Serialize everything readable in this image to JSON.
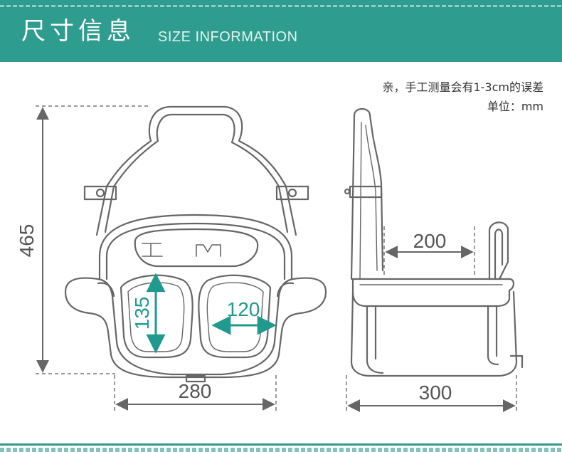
{
  "header": {
    "title_cn": "尺寸信息",
    "title_en": "SIZE INFORMATION"
  },
  "notes": {
    "error_note": "亲，手工测量会有1-3cm的误差",
    "unit_note": "单位：mm"
  },
  "dimensions": {
    "height": "465",
    "inner_height": "135",
    "inner_width": "120",
    "seat_width": "280",
    "depth_upper": "200",
    "depth_total": "300"
  },
  "colors": {
    "header_bg": "#2e9c8f",
    "line": "#666666",
    "dim_gray": "#555555",
    "dim_teal": "#1f9a8d"
  },
  "icons": {
    "front_view": "swing-seat-front-view",
    "side_view": "swing-seat-side-view"
  }
}
